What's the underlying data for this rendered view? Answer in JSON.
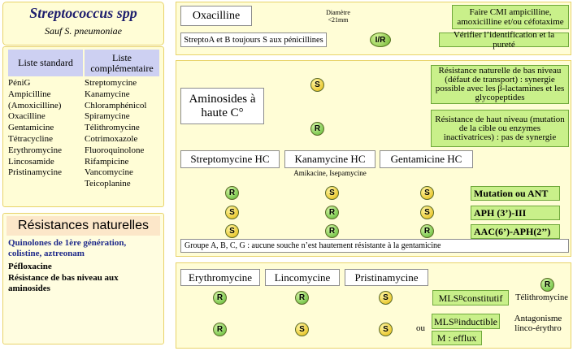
{
  "left": {
    "title": "Streptococcus spp",
    "subtitle": "Sauf S. pneumoniae",
    "header_standard": "Liste standard",
    "header_complementaire": "Liste complémentaire",
    "standard": [
      "PéniG",
      "Ampicilline",
      "(Amoxicilline)",
      "Oxacilline",
      "Gentamicine",
      "Tétracycline",
      "Erythromycine",
      "Lincosamide",
      "Pristinamycine"
    ],
    "complementaire": [
      "Streptomycine",
      "Kanamycine",
      "Chloramphénicol",
      "Spiramycine",
      "Télithromycine",
      "Cotrimoxazole",
      "Fluoroquinolone",
      "Rifampicine",
      "Vancomycine",
      "Teicoplanine"
    ],
    "resistances_title": "Résistances naturelles",
    "resistances_blue": "Quinolones de 1ère génération, colistine, aztreonam",
    "resistances_black1": "Péfloxacine",
    "resistances_black2": "Résistance de bas niveau aux aminosides"
  },
  "oxa": {
    "label": "Oxacilline",
    "diametre": "Diamètre <21mm",
    "result": "Faire CMI ampicilline, amoxicilline et/ou céfotaxime",
    "strepto_label": "StreptoA et B toujours S aux pénicillines",
    "ir": "I/R",
    "strepto_result": "Vérifier l’identification et la pureté"
  },
  "amino": {
    "label": "Aminosides à haute C°",
    "s_badge": "S",
    "r_badge": "R",
    "s_result": "Résistance naturelle de bas niveau (défaut de transport) : synergie possible avec les β-lactamines et les glycopeptides",
    "r_result": "Résistance de haut niveau (mutation de la cible ou enzymes inactivatrices) : pas de synergie",
    "col1": "Streptomycine  HC",
    "col2": "Kanamycine  HC",
    "col2_sub": "Amikacine, Isepamycine",
    "col3": "Gentamicine  HC",
    "rows": [
      {
        "a": "R",
        "b": "S",
        "c": "S",
        "result": "Mutation ou ANT"
      },
      {
        "a": "S",
        "b": "R",
        "c": "S",
        "result": "APH (3’)-III"
      },
      {
        "a": "S",
        "b": "R",
        "c": "R",
        "result": "AAC(6’)-APH(2’’)"
      }
    ],
    "note": "Groupe A, B, C, G : aucune souche n’est hautement résistante à la gentamicine"
  },
  "mls": {
    "col1": "Erythromycine",
    "col2": "Lincomycine",
    "col3": "Pristinamycine",
    "row1": {
      "a": "R",
      "b": "R",
      "c": "S"
    },
    "row2": {
      "a": "R",
      "b": "S",
      "c": "S"
    },
    "constitutif": "MLS",
    "constitutif_sub": "B",
    "constitutif_rest": " constitutif",
    "telithro_badge": "R",
    "telithro": "Télithromycine",
    "inductible": "MLS",
    "inductible_sub": "B",
    "inductible_rest": " inductible",
    "ou": "ou",
    "efflux": "M : efflux",
    "antagonisme": "Antagonisme linco-érythro"
  }
}
